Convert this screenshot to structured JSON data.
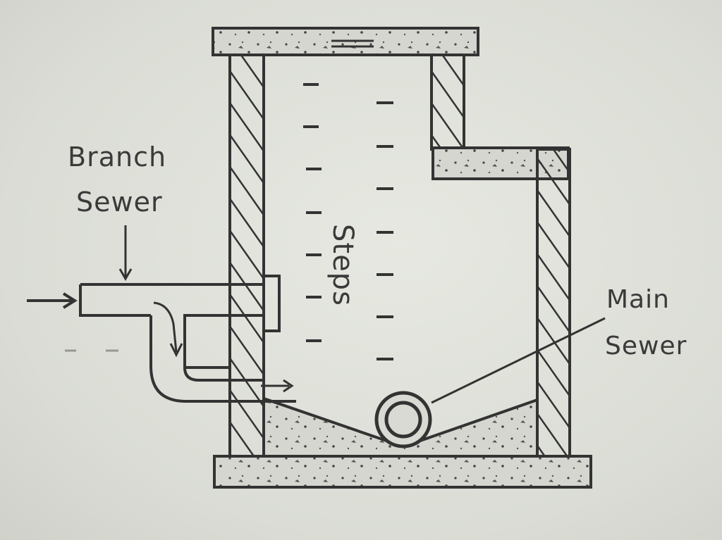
{
  "labels": {
    "branch_sewer_line1": "Branch",
    "branch_sewer_line2": "Sewer",
    "main_sewer_line1": "Main",
    "main_sewer_line2": "Sewer",
    "steps": "Steps"
  },
  "colors": {
    "ink": "#2f2f2f",
    "paper": "#dfe1da",
    "concrete_fill": "#cfd1ca"
  }
}
